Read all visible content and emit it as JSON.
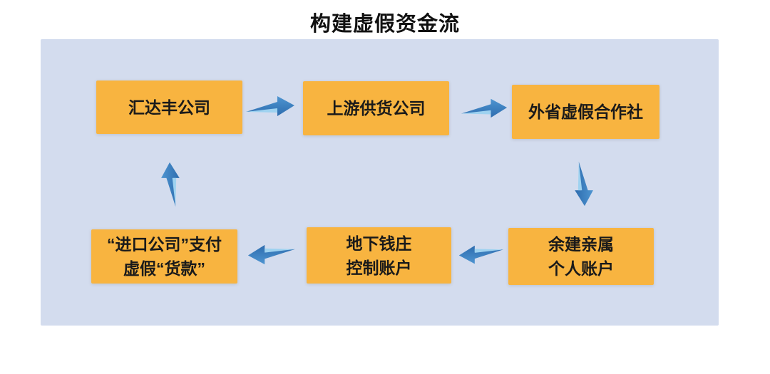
{
  "title": "构建虚假资金流",
  "colors": {
    "page_bg": "#ffffff",
    "panel_bg": "#d3dcee",
    "node_bg": "#f8b440",
    "node_text": "#1a1a1a",
    "title_text": "#111111",
    "arrow_dark": "#2d6cae",
    "arrow_mid": "#4e95d1",
    "arrow_light": "#9ed2f0"
  },
  "nodes": [
    {
      "id": "huidafeng-company",
      "lines": [
        "汇达丰公司"
      ]
    },
    {
      "id": "upstream-supplier",
      "lines": [
        "上游供货公司"
      ]
    },
    {
      "id": "fake-cooperative",
      "lines": [
        "外省虚假合作社"
      ]
    },
    {
      "id": "relatives-accounts",
      "lines": [
        "余建亲属",
        "个人账户"
      ]
    },
    {
      "id": "underground-bank",
      "lines": [
        "地下钱庄",
        "控制账户"
      ]
    },
    {
      "id": "import-company-payment",
      "lines": [
        "“进口公司”支付",
        "虚假“货款”"
      ]
    }
  ],
  "arrows": [
    {
      "from": "huidafeng-company",
      "to": "upstream-supplier",
      "direction": "right"
    },
    {
      "from": "upstream-supplier",
      "to": "fake-cooperative",
      "direction": "right"
    },
    {
      "from": "fake-cooperative",
      "to": "relatives-accounts",
      "direction": "down"
    },
    {
      "from": "relatives-accounts",
      "to": "underground-bank",
      "direction": "left"
    },
    {
      "from": "underground-bank",
      "to": "import-company-payment",
      "direction": "left"
    },
    {
      "from": "import-company-payment",
      "to": "huidafeng-company",
      "direction": "up"
    }
  ]
}
